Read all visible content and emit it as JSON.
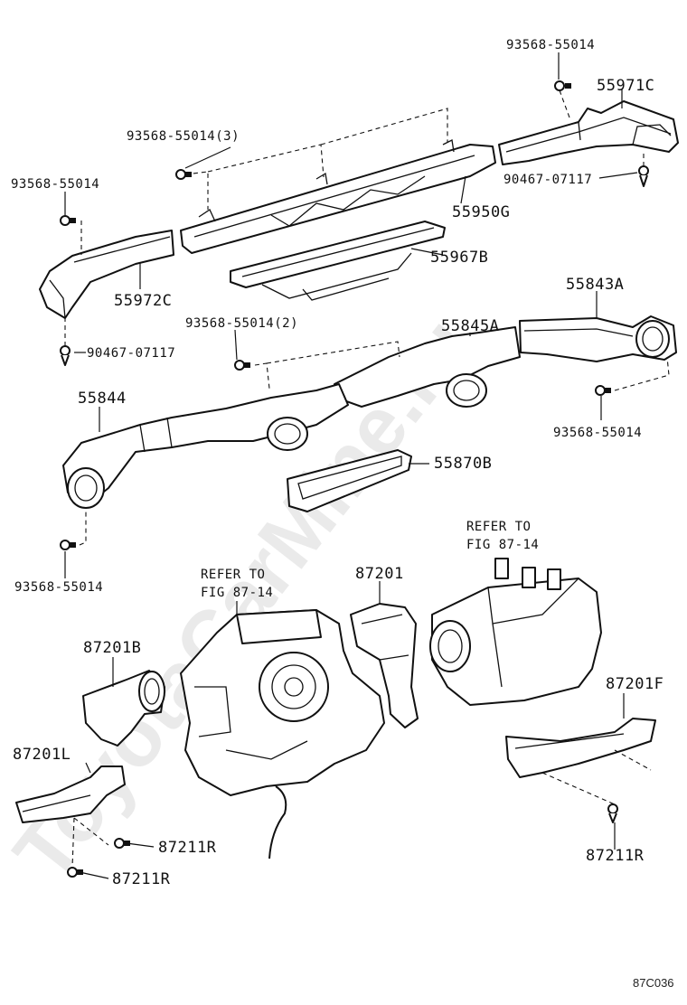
{
  "watermark": "ToyotaCarMine.ru",
  "figure_code": "87C036",
  "labels": {
    "p93568_top": "93568-55014",
    "p55971C": "55971C",
    "p93568_3": "93568-55014(3)",
    "p90467_right": "90467-07117",
    "p93568_left": "93568-55014",
    "p55950G": "55950G",
    "p55967B": "55967B",
    "p55972C": "55972C",
    "p55843A": "55843A",
    "p93568_2": "93568-55014(2)",
    "p55845A": "55845A",
    "p90467_left": "90467-07117",
    "p55844": "55844",
    "p93568_mid_right": "93568-55014",
    "p55870B": "55870B",
    "refer_right_1": "REFER TO",
    "refer_right_2": "FIG 87-14",
    "p93568_bottom_left": "93568-55014",
    "refer_left_1": "REFER TO",
    "refer_left_2": "FIG 87-14",
    "p87201": "87201",
    "p87201B": "87201B",
    "p87201F": "87201F",
    "p87201L": "87201L",
    "p87211R_a": "87211R",
    "p87211R_b": "87211R",
    "p87211R_c": "87211R"
  }
}
